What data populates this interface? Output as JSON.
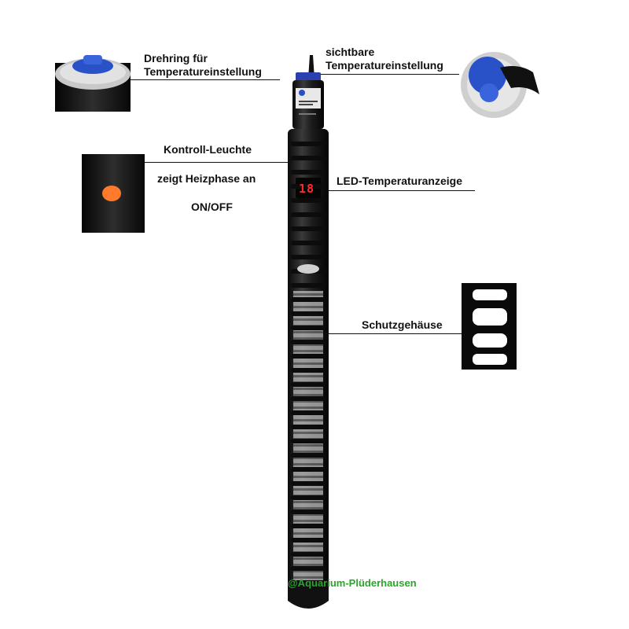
{
  "labels": {
    "drehring_line1": "Drehring für",
    "drehring_line2": "Temperatureinstellung",
    "sichtbare_line1": "sichtbare",
    "sichtbare_line2": "Temperatureinstellung",
    "kontroll_line1": "Kontroll-Leuchte",
    "kontroll_line2": "zeigt Heizphase an",
    "kontroll_line3": "ON/OFF",
    "led_anzeige": "LED-Temperaturanzeige",
    "schutzgehaeuse": "Schutzgehäuse"
  },
  "display": {
    "led_value": "18"
  },
  "watermark": "@Aquarium-Plüderhausen",
  "colors": {
    "heater_body": "#1a1a1a",
    "knob_blue": "#2a52c8",
    "dial_grey": "#cfcfcf",
    "indicator_orange": "#ff7a2a",
    "led_red": "#ff2a2a",
    "watermark_green": "#2aa52a"
  }
}
